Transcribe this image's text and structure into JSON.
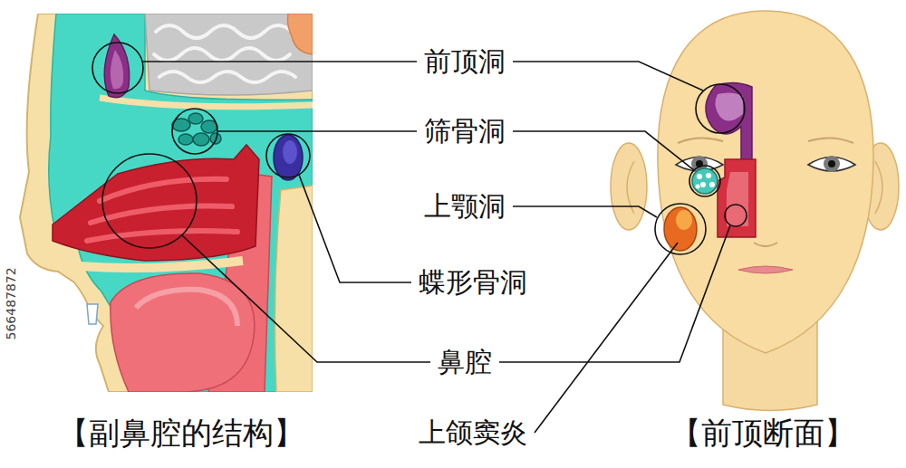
{
  "diagram": {
    "labels": [
      "前顶洞",
      "筛骨洞",
      "上颚洞",
      "蝶形骨洞",
      "鼻腔",
      "上颌窦炎",
      "【副鼻腔的结构】",
      "【前顶断面】",
      "566487872"
    ]
  }
}
